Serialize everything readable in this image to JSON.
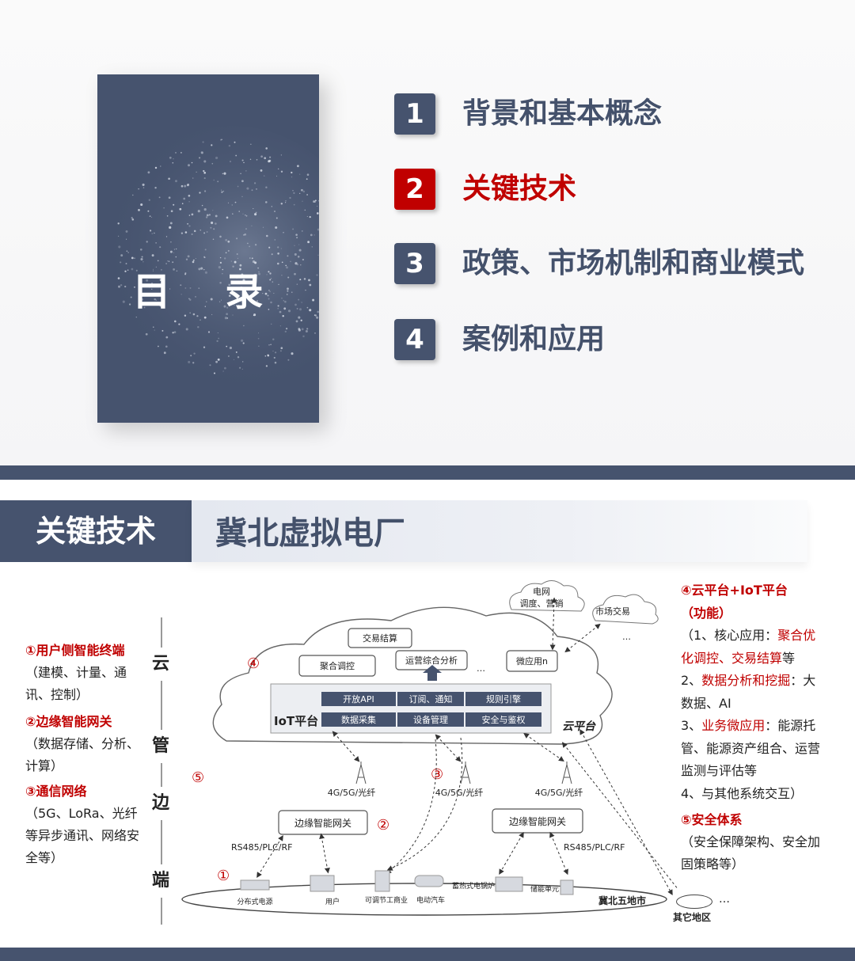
{
  "slide1": {
    "cover_title": "目 录",
    "toc": [
      {
        "num": "1",
        "text": "背景和基本概念",
        "active": false
      },
      {
        "num": "2",
        "text": "关键技术",
        "active": true
      },
      {
        "num": "3",
        "text": "政策、市场机制和商业模式",
        "active": false
      },
      {
        "num": "4",
        "text": "案例和应用",
        "active": false
      }
    ]
  },
  "slide2": {
    "header": "关键技术",
    "subheader": "冀北虚拟电厂",
    "layers": [
      "云",
      "管",
      "边",
      "端"
    ],
    "left_notes": {
      "n1_title": "①用户侧智能终端",
      "n1_body": "（建模、计量、通讯、控制）",
      "n2_title": "②边缘智能网关",
      "n2_body": "（数据存储、分析、计算）",
      "n3_title": "③通信网络",
      "n3_body": "（5G、LoRa、光纤等异步通讯、网络安全等）",
      "n5": "⑤"
    },
    "right_notes": {
      "n4_title": "④云平台+IoT平台",
      "n4_sub": "（功能）",
      "l1_a": "（1、核心应用：",
      "l1_b": "聚合优化调控、交易结算",
      "l1_c": "等",
      "l2_a": "2、",
      "l2_b": "数据分析和挖掘",
      "l2_c": "：大数据、AI",
      "l3_a": "3、",
      "l3_b": "业务微应用",
      "l3_c": "：能源托管、能源资产组合、运营监测与评估等",
      "l4": "4、与其他系统交互）",
      "n5_title": "⑤安全体系",
      "n5_body": "（安全保障架构、安全加固策略等）"
    },
    "diagram": {
      "grid_cloud_1": "电网",
      "grid_cloud_2": "调度、营销",
      "market_cloud": "市场交易",
      "ellipsis": "…",
      "app_trade": "交易结算",
      "app_aggregate": "聚合调控",
      "app_ops": "运营综合分析",
      "app_micro": "微应用n",
      "iot_label": "IoT平台",
      "cloud_label": "云平台",
      "iot_row1": [
        "开放API",
        "订阅、通知",
        "规则引擎"
      ],
      "iot_row2": [
        "数据采集",
        "设备管理",
        "安全与鉴权"
      ],
      "net_label": "4G/5G/光纤",
      "gateway": "边缘智能网关",
      "rs485": "RS485/PLC/RF",
      "circ": [
        "①",
        "②",
        "③",
        "④",
        "⑤"
      ],
      "devices": [
        "分布式电源",
        "用户",
        "可调节工商业",
        "电动汽车",
        "蓄热式电锅炉",
        "储能单元"
      ],
      "region": "冀北五地市",
      "other_region": "其它地区"
    }
  },
  "colors": {
    "navy": "#46536e",
    "accent_red": "#c00000"
  }
}
